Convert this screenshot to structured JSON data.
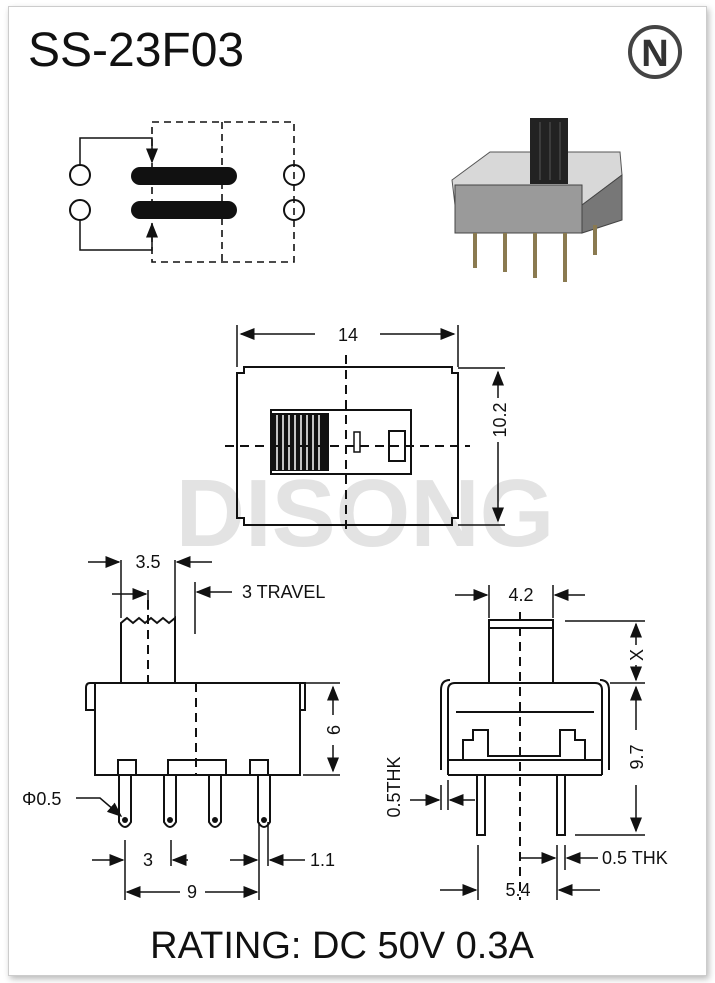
{
  "title": "SS-23F03",
  "logo_letter": "N",
  "watermark": "DISONG",
  "top_view": {
    "width_label": "14",
    "height_label": "10.2"
  },
  "side_view": {
    "actuator_width": "3.5",
    "travel": "3 TRAVEL",
    "height": "6",
    "pin_diameter": "Φ0.5",
    "pin_pitch": "3",
    "pin_width": "1.1",
    "total_span": "9"
  },
  "end_view": {
    "actuator_width": "4.2",
    "actuator_height": "X",
    "height": "9.7",
    "bracket_thk": "0.5THK",
    "pin_thk": "0.5 THK",
    "pin_span": "5.4"
  },
  "rating": "RATING: DC 50V 0.3A"
}
